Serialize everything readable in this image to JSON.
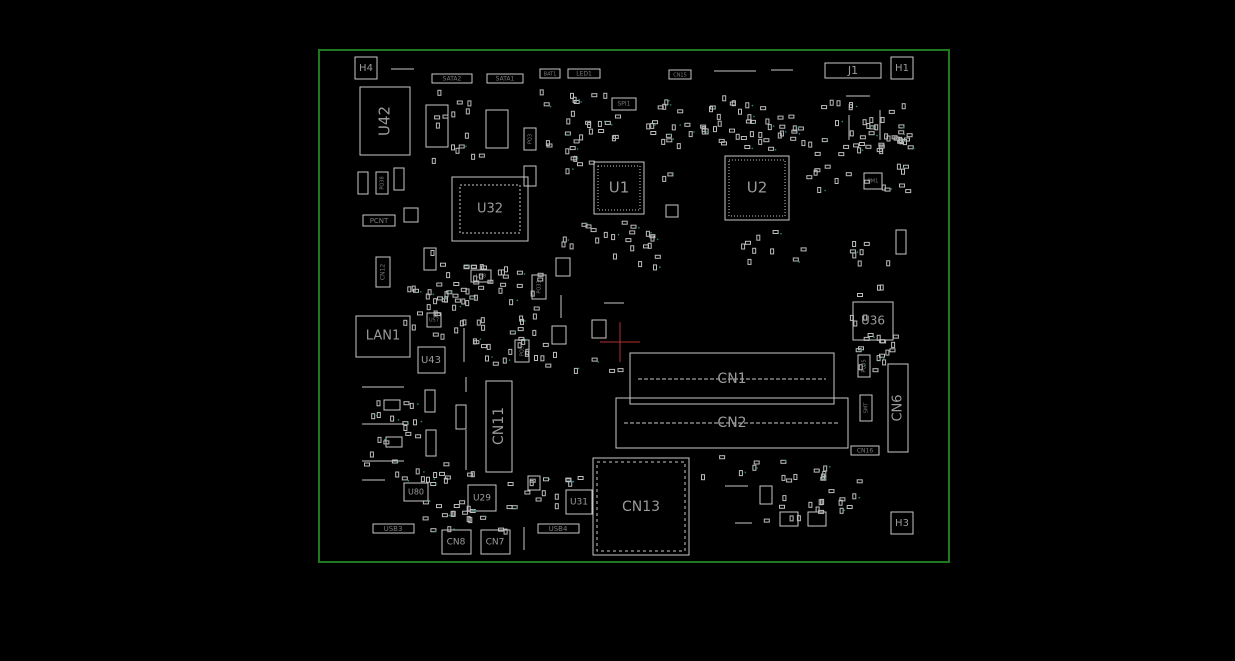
{
  "board": {
    "outline_color": "#1f7a1f",
    "silkscreen_color": "#c8c8c8",
    "label_color": "#9a9a9a"
  },
  "labels": {
    "h4": "H4",
    "h1": "H1",
    "h3": "H3",
    "j1": "J1",
    "sata2": "SATA2",
    "sata1": "SATA1",
    "bat1": "BAT1",
    "led1": "LED1",
    "cn15": "CN15",
    "spi1": "SPI1",
    "u42": "U42",
    "u32": "U32",
    "u1": "U1",
    "u2": "U2",
    "pcnt": "PCNT",
    "cn12": "CN12",
    "lan1": "LAN1",
    "u43": "U43",
    "u36": "U36",
    "cn1": "CN1",
    "cn2": "CN2",
    "cn6": "CN6",
    "cn11": "CN11",
    "cn13": "CN13",
    "cn16": "CN16",
    "u80": "U80",
    "u29": "U29",
    "u31": "U31",
    "usb3": "USB3",
    "usb4": "USB4",
    "cn8": "CN8",
    "cn7": "CN7",
    "pq38": "PQ38",
    "pq3": "PQ3",
    "pq33": "PQ33",
    "pq5": "PQ5",
    "pq35": "PQ35",
    "u58": "U58",
    "u57": "U57",
    "pm1": "PM1",
    "smt": "SMT"
  }
}
